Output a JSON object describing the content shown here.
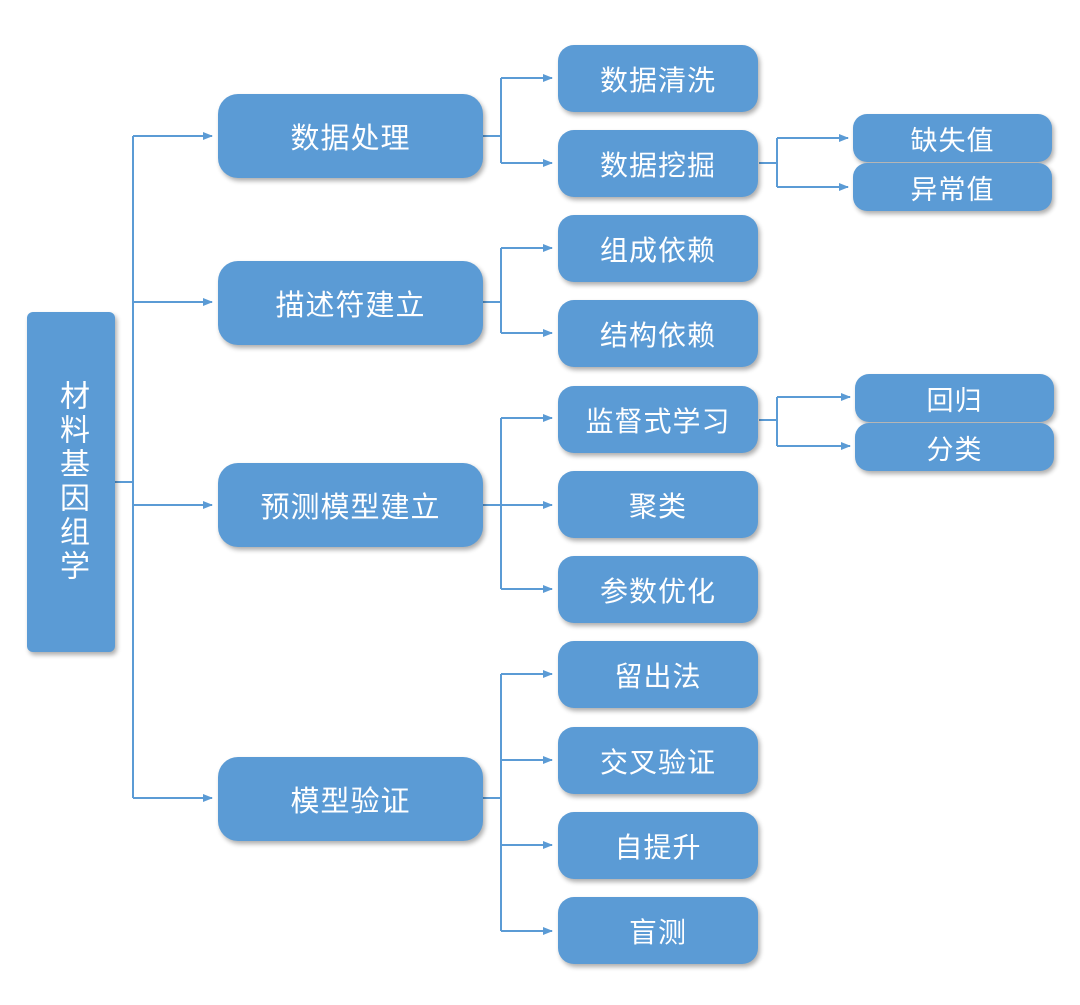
{
  "root": {
    "label": "材料基因组学"
  },
  "branches": [
    {
      "label": "数据处理",
      "children": [
        {
          "label": "数据清洗"
        },
        {
          "label": "数据挖掘",
          "children": [
            {
              "label": "缺失值"
            },
            {
              "label": "异常值"
            }
          ]
        }
      ]
    },
    {
      "label": "描述符建立",
      "children": [
        {
          "label": "组成依赖"
        },
        {
          "label": "结构依赖"
        }
      ]
    },
    {
      "label": "预测模型建立",
      "children": [
        {
          "label": "监督式学习",
          "children": [
            {
              "label": "回归"
            },
            {
              "label": "分类"
            }
          ]
        },
        {
          "label": "聚类"
        },
        {
          "label": "参数优化"
        }
      ]
    },
    {
      "label": "模型验证",
      "children": [
        {
          "label": "留出法"
        },
        {
          "label": "交叉验证"
        },
        {
          "label": "自提升"
        },
        {
          "label": "盲测"
        }
      ]
    }
  ],
  "colors": {
    "node_fill": "#5b9bd5",
    "node_text": "#ffffff",
    "connector": "#5b9bd5"
  }
}
